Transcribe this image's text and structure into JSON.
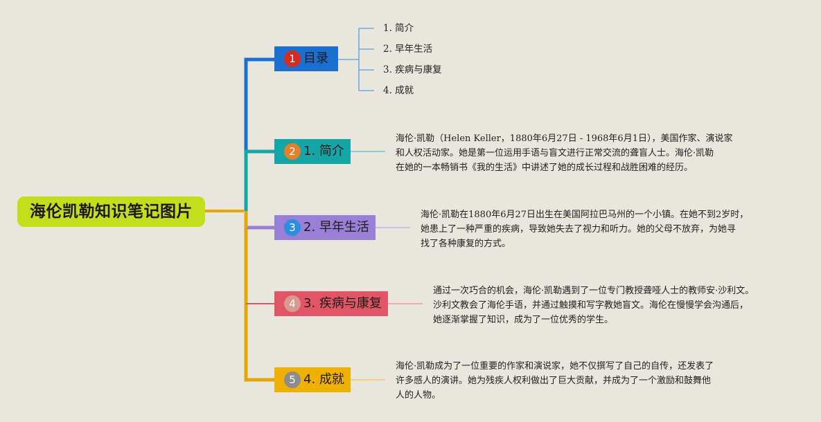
{
  "root": {
    "title": "海伦凯勒知识笔记图片"
  },
  "branches": [
    {
      "key": "toc",
      "badge": "1",
      "label": "目录",
      "color": "#1a6fd0",
      "badge_color": "#d62b1f",
      "items": [
        "1. 简介",
        "2. 早年生活",
        "3. 疾病与康复",
        "4. 成就"
      ]
    },
    {
      "key": "intro",
      "badge": "2",
      "label": "1. 简介",
      "color": "#14a6a6",
      "badge_color": "#e3802e",
      "lines": [
        "海伦·凯勒（Helen Keller，1880年6月27日 - 1968年6月1日），美国作家、演说家",
        "和人权活动家。她是第一位运用手语与盲文进行正常交流的聋盲人士。海伦·凯勒",
        "在她的一本畅销书《我的生活》中讲述了她的成长过程和战胜困难的经历。"
      ]
    },
    {
      "key": "early",
      "badge": "3",
      "label": "2. 早年生活",
      "color": "#9a7fd6",
      "badge_color": "#2b8fe0",
      "lines": [
        "海伦·凯勒在1880年6月27日出生在美国阿拉巴马州的一个小镇。在她不到2岁时，",
        "她患上了一种严重的疾病，导致她失去了视力和听力。她的父母不放弃，为她寻",
        "找了各种康复的方式。"
      ]
    },
    {
      "key": "illness",
      "badge": "4",
      "label": "3. 疾病与康复",
      "color": "#e25566",
      "badge_color": "#d79a8f",
      "lines": [
        "通过一次巧合的机会，海伦·凯勒遇到了一位专门教授聋哑人士的教师安·沙利文。",
        "沙利文教会了海伦手语，并通过触摸和写字教她盲文。海伦在慢慢学会沟通后，",
        "她逐渐掌握了知识，成为了一位优秀的学生。"
      ]
    },
    {
      "key": "achievements",
      "badge": "5",
      "label": "4. 成就",
      "color": "#f0b000",
      "badge_color": "#8c8c8c",
      "lines": [
        "海伦·凯勒成为了一位重要的作家和演说家，她不仅撰写了自己的自传，还发表了",
        "许多感人的演讲。她为残疾人权利做出了巨大贡献，并成为了一个激励和鼓舞他",
        "人的人物。"
      ]
    }
  ]
}
